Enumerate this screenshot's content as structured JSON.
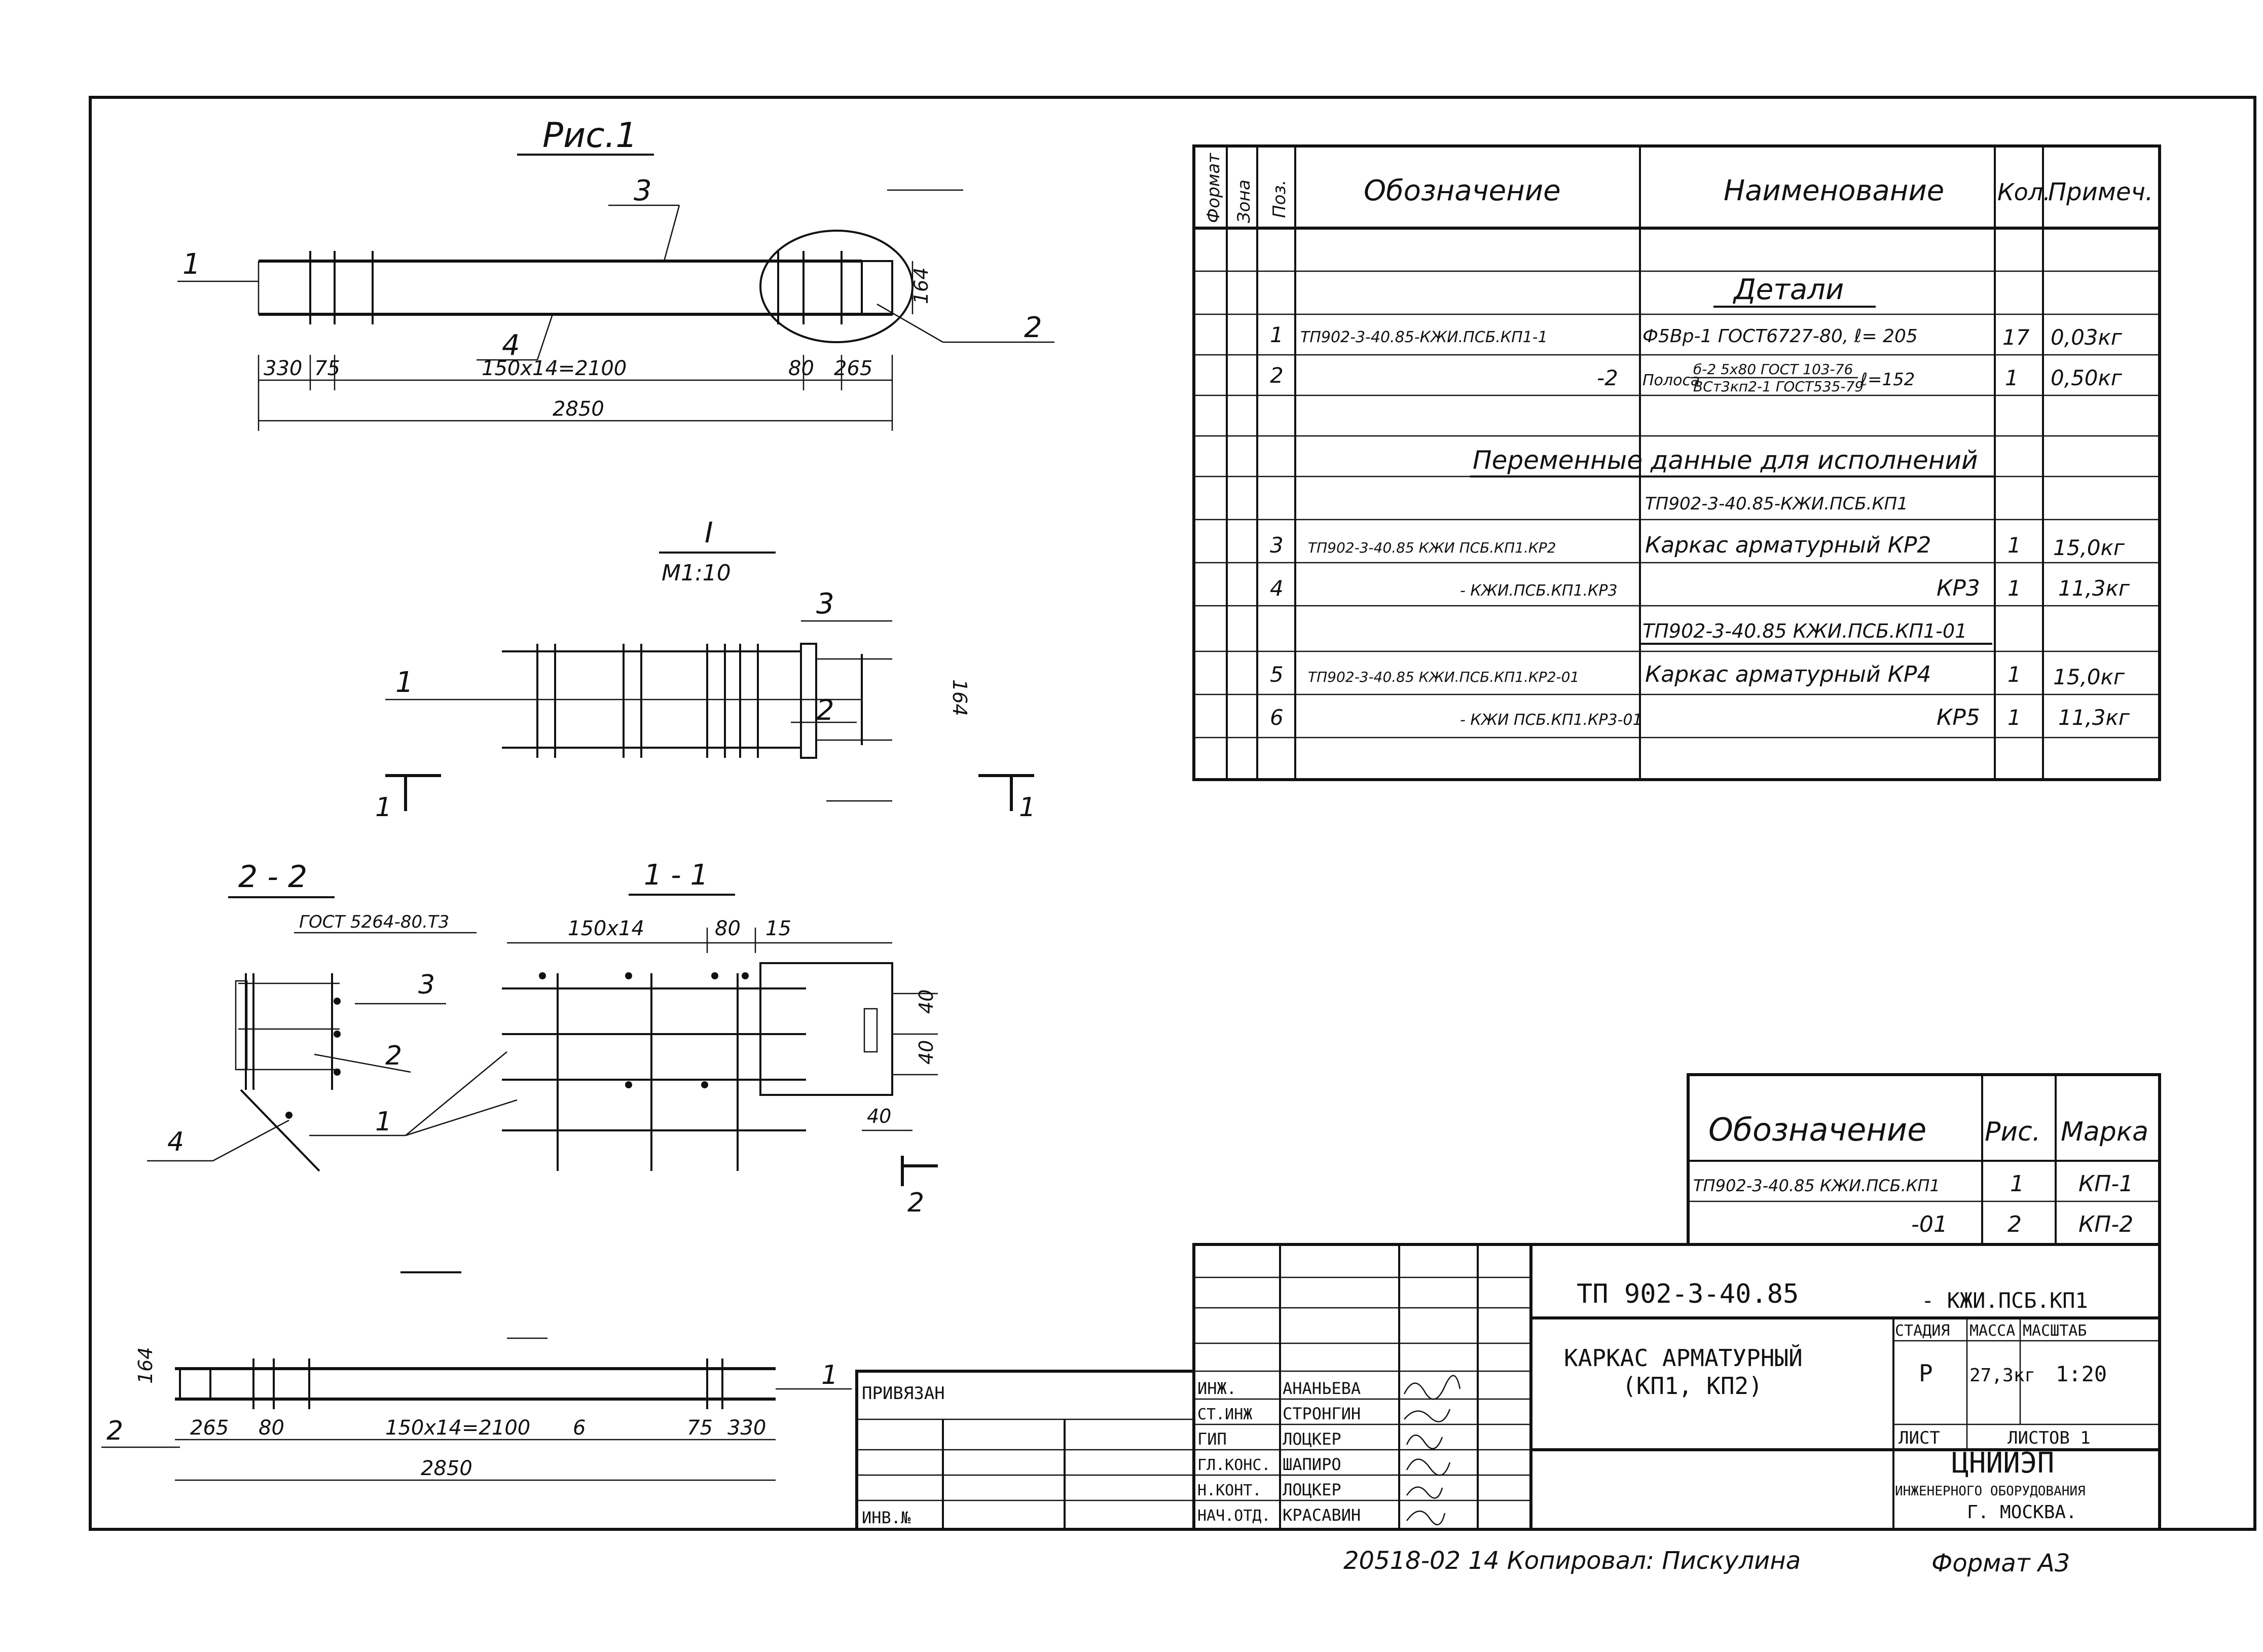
{
  "figure": {
    "title": "Рис.1",
    "section_1": "I",
    "scale_1": "М1:10",
    "section_22": "2 - 2",
    "section_11": "1 - 1",
    "cut_1": "1",
    "cut_2": "2",
    "gost_label": "ГОСТ 5264-80.Т3",
    "leaders": {
      "p1": "1",
      "p2": "2",
      "p3": "3",
      "p4": "4",
      "p6": "6"
    },
    "dims": {
      "d330": "330",
      "d75": "75",
      "d150x14": "150х14=2100",
      "d80": "80",
      "d265": "265",
      "d2850": "2850",
      "d164": "164",
      "d150x14b": "150х14",
      "d15": "15",
      "d40": "40"
    }
  },
  "spec_table": {
    "headers": {
      "format": "Формат",
      "zone": "Зона",
      "pos": "Поз.",
      "designation": "Обозначение",
      "name": "Наименование",
      "qty": "Кол.",
      "note": "Примеч."
    },
    "section_details": "Детали",
    "section_variable": "Переменные данные для исполнений",
    "rows": [
      {
        "pos": "1",
        "designation": "ТП902-3-40.85-КЖИ.ПСБ.КП1-1",
        "name": "Ф5Вр-1 ГОСТ6727-80, ℓ= 205",
        "qty": "17",
        "note": "0,03кг"
      },
      {
        "pos": "2",
        "designation": "-2",
        "name_prefix": "Полоса",
        "name_top": "б-2 5х80 ГОСТ 103-76",
        "name_bot": "ВСт3кп2-1 ГОСТ535-79",
        "name_suffix": "ℓ=152",
        "qty": "1",
        "note": "0,50кг"
      },
      {
        "variant_header": "ТП902-3-40.85-КЖИ.ПСБ.КП1"
      },
      {
        "pos": "3",
        "designation": "ТП902-3-40.85 КЖИ ПСБ.КП1.КР2",
        "name": "Каркас арматурный   КР2",
        "qty": "1",
        "note": "15,0кг"
      },
      {
        "pos": "4",
        "designation": "- КЖИ.ПСБ.КП1.КР3",
        "name": "КР3",
        "qty": "1",
        "note": "11,3кг"
      },
      {
        "variant_header": "ТП902-3-40.85 КЖИ.ПСБ.КП1-01"
      },
      {
        "pos": "5",
        "designation": "ТП902-3-40.85 КЖИ.ПСБ.КП1.КР2-01",
        "name": "Каркас арматурный   КР4",
        "qty": "1",
        "note": "15,0кг"
      },
      {
        "pos": "6",
        "designation": "- КЖИ ПСБ.КП1.КР3-01",
        "name": "КР5",
        "qty": "1",
        "note": "11,3кг"
      }
    ]
  },
  "marks_table": {
    "headers": {
      "designation": "Обозначение",
      "fig": "Рис.",
      "mark": "Марка"
    },
    "rows": [
      {
        "designation": "ТП902-3-40.85 КЖИ.ПСБ.КП1",
        "fig": "1",
        "mark": "КП-1"
      },
      {
        "designation": "-01",
        "fig": "2",
        "mark": "КП-2"
      }
    ]
  },
  "title_block": {
    "doc_code": "ТП  902-3-40.85",
    "doc_suffix": "- КЖИ.ПСБ.КП1",
    "title_line1": "КАРКАС АРМАТУРНЫЙ",
    "title_line2": "(КП1, КП2)",
    "stage_label": "СТАДИЯ",
    "mass_label": "МАССА",
    "scale_label": "МАСШТАБ",
    "stage": "Р",
    "mass": "27,3кг",
    "scale": "1:20",
    "sheet_label": "ЛИСТ",
    "sheets_label": "ЛИСТОВ 1",
    "org_line1": "ЦНИИЭП",
    "org_line2": "ИНЖЕНЕРНОГО ОБОРУДОВАНИЯ",
    "org_line3": "Г. МОСКВА.",
    "bound_label": "ПРИВЯЗАН",
    "inv_label": "ИНВ.№",
    "roles": [
      {
        "role": "ИНЖ.",
        "name": "АНАНЬЕВА"
      },
      {
        "role": "СТ.ИНЖ",
        "name": "СТРОНГИН"
      },
      {
        "role": "ГИП",
        "name": "ЛОЦКЕР"
      },
      {
        "role": "ГЛ.КОНС.",
        "name": "ШАПИРО"
      },
      {
        "role": "Н.КОНТ.",
        "name": "ЛОЦКЕР"
      },
      {
        "role": "НАЧ.ОТД.",
        "name": "КРАСАВИН"
      }
    ]
  },
  "footer": {
    "copy": "20518-02  14  Копировал: Пискулина",
    "format": "Формат А3"
  }
}
